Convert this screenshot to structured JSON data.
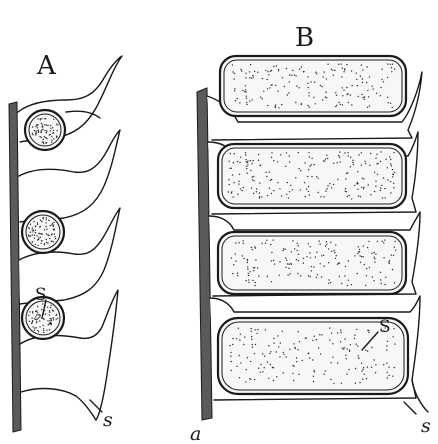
{
  "figure": {
    "labels": {
      "A": "A",
      "B": "B",
      "a": "a",
      "S_A": "S",
      "S_B": "S",
      "s_A": "s",
      "s_B": "s"
    }
  }
}
